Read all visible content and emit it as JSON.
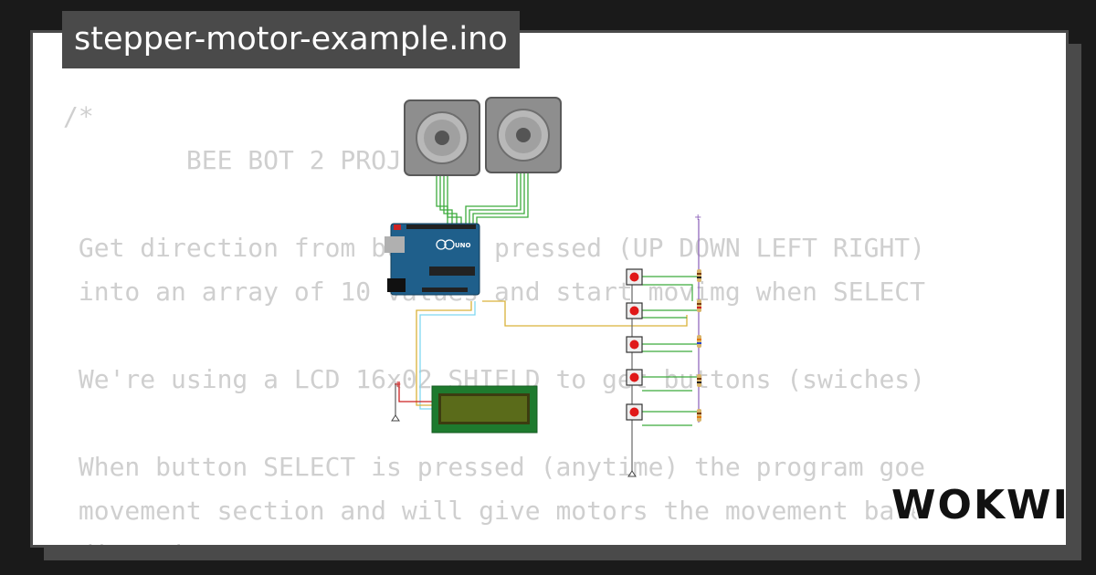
{
  "header": {
    "title": "stepper-motor-example.ino"
  },
  "code": {
    "lines": [
      "/*",
      "        BEE BOT 2 PROJECT",
      "",
      " Get direction from buttons pressed (UP DOWN LEFT RIGHT)",
      " into an array of 10 values and start movimg when SELECT",
      "",
      " We're using a LCD 16x02 SHIELD to get buttons (swiches)",
      "",
      " When button SELECT is pressed (anytime) the program goe",
      " movement section and will give motors the movement base",
      " direction ..."
    ]
  },
  "brand": {
    "logo": "WOKWI"
  },
  "colors": {
    "arduino": "#1f5f8b",
    "lcd_board": "#1e7a2e",
    "lcd_screen": "#5a6b1a",
    "button_cap": "#e01818",
    "wire_green": "#3cab3c",
    "wire_yellow": "#d9b23a",
    "wire_cyan": "#7fd8f0",
    "motor_body": "#8e8e8e"
  },
  "icons": {
    "motors": "stepper-motor-icon",
    "board": "arduino-uno-icon",
    "display": "lcd-display-icon",
    "buttons": "pushbutton-icon",
    "resistors": "resistor-icon"
  }
}
